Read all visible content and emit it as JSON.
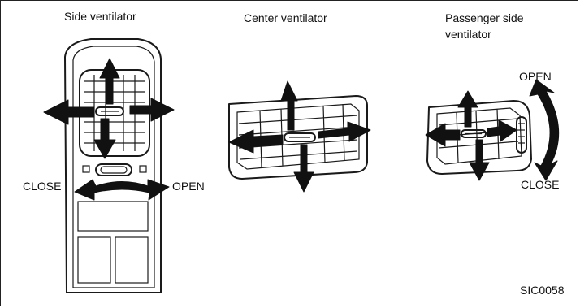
{
  "titles": {
    "side": "Side ventilator",
    "center": "Center ventilator",
    "passenger_line1": "Passenger side",
    "passenger_line2": "ventilator"
  },
  "labels": {
    "side_close": "CLOSE",
    "side_open": "OPEN",
    "pass_open": "OPEN",
    "pass_close": "CLOSE"
  },
  "figure_code": "SIC0058"
}
